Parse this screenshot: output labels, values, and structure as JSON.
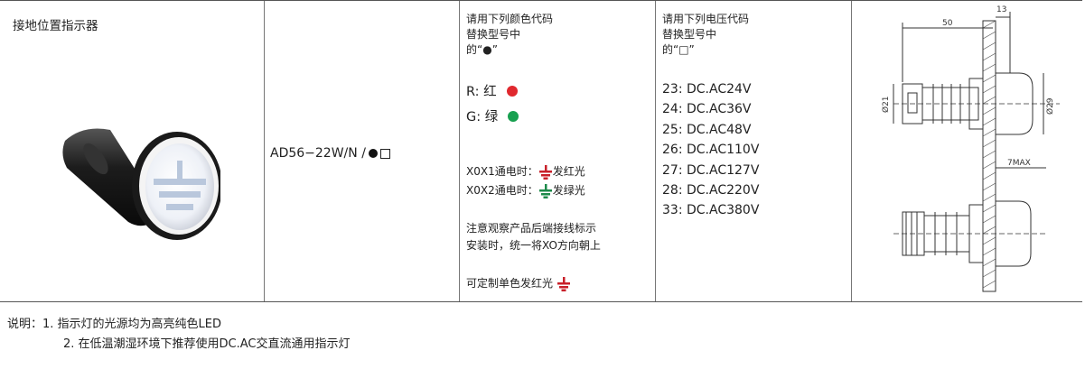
{
  "row": {
    "name": "接地位置指示器",
    "model": "AD56−22W/N /",
    "color_intro": [
      "请用下列颜色代码",
      "替换型号中",
      "的“●”"
    ],
    "colors": [
      {
        "label": "R: 红",
        "color": "#e0282e"
      },
      {
        "label": "G: 绿",
        "color": "#18a050"
      }
    ],
    "energize": [
      {
        "label": "X0X1通电时：",
        "result": "发红光",
        "icon": "ground-icon-red"
      },
      {
        "label": "X0X2通电时：",
        "result": "发绿光",
        "icon": "ground-icon-green"
      }
    ],
    "caution": [
      "注意观察产品后端接线标示",
      "安装时，统一将XO方向朝上"
    ],
    "custom": "可定制单色发红光",
    "voltage_intro": [
      "请用下列电压代码",
      "替换型号中",
      "的“□”"
    ],
    "voltages": [
      "23: DC.AC24V",
      "24: DC.AC36V",
      "25: DC.AC48V",
      "26: DC.AC110V",
      "27: DC.AC127V",
      "28: DC.AC220V",
      "33: DC.AC380V"
    ],
    "drawing": {
      "dim_width": "50",
      "dim_depth": "13",
      "dim_body_dia": "Ø21",
      "dim_head_dia": "Ø29",
      "dim_panel": "7MAX"
    }
  },
  "notes": {
    "prefix": "说明：",
    "items": [
      "1. 指示灯的光源均为高亮纯色LED",
      "2. 在低温潮湿环境下推荐使用DC.AC交直流通用指示灯"
    ]
  }
}
